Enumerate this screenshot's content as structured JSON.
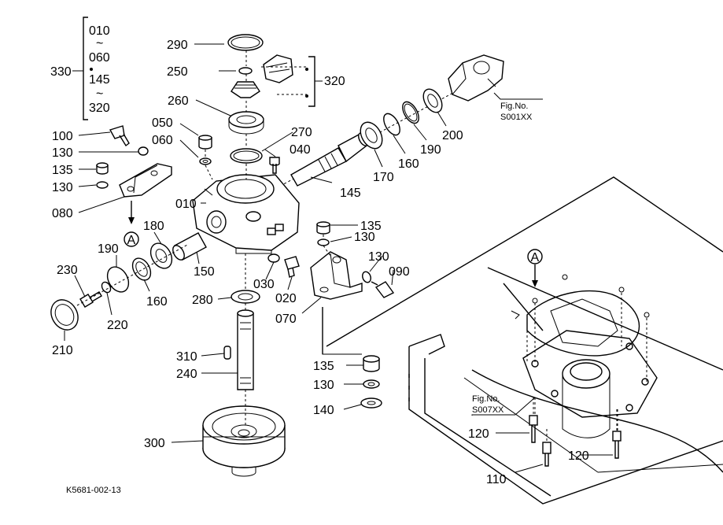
{
  "labels": {
    "p330": "330",
    "p010_top": "010",
    "p060_top": "060",
    "p145_top": "145",
    "p320_top": "320",
    "tilde1": "~",
    "tilde2": "~",
    "p290": "290",
    "p250": "250",
    "p320": "320",
    "p260": "260",
    "p050": "050",
    "p060": "060",
    "p270": "270",
    "p040": "040",
    "p100": "100",
    "p130_a": "130",
    "p135_a": "135",
    "p130_b": "130",
    "p080": "080",
    "p010": "010",
    "p180": "180",
    "p190_left": "190",
    "p230": "230",
    "p150": "150",
    "p160_left": "160",
    "p220": "220",
    "p210": "210",
    "p280": "280",
    "p030": "030",
    "p020": "020",
    "p135_b": "135",
    "p130_c": "130",
    "p130_d": "130",
    "p090": "090",
    "p070": "070",
    "p310": "310",
    "p240": "240",
    "p300": "300",
    "p145": "145",
    "p170": "170",
    "p160_right": "160",
    "p190_right": "190",
    "p200": "200",
    "p135_c": "135",
    "p130_e": "130",
    "p140": "140",
    "p120_a": "120",
    "p120_b": "120",
    "p110": "110",
    "ref_a1": "A",
    "ref_a2": "A"
  },
  "fig_refs": {
    "fig1_title": "Fig.No.",
    "fig1_code": "S001XX",
    "fig2_title": "Fig.No.",
    "fig2_code": "S007XX"
  },
  "drawing_code": "K5681-002-13"
}
